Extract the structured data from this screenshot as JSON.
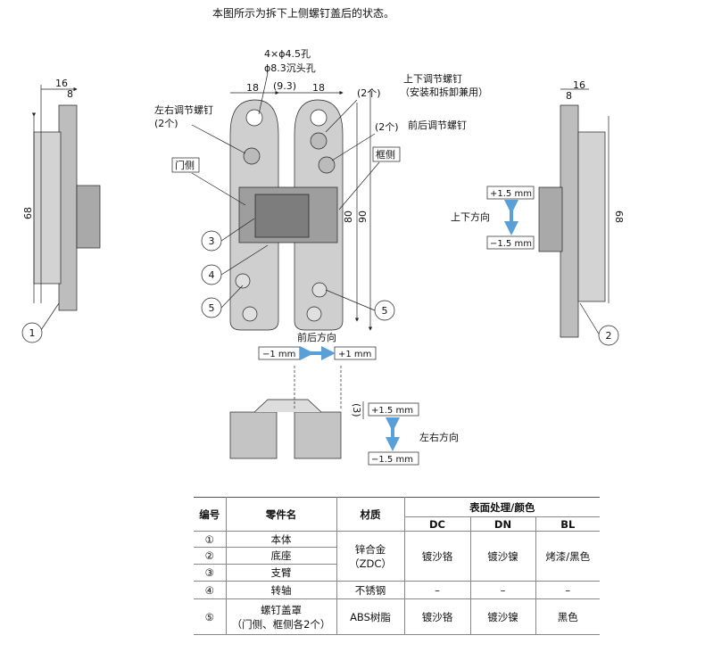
{
  "caption": "本图所示为拆下上侧螺钉盖后的状态。",
  "labels": {
    "holes_line1": "4×ϕ4.5孔",
    "holes_line2": "ϕ8.3沉头孔",
    "dim_18_left": "18",
    "dim_9_3": "(9.3)",
    "dim_18_right": "18",
    "updown_screw_count": "(2个)",
    "updown_screw_line1": "上下调节螺钉",
    "updown_screw_line2": "（安装和拆卸兼用）",
    "lr_screw_line1": "左右调节螺钉",
    "lr_screw_line2": "(2个)",
    "fb_screw_count": "(2个)",
    "fb_screw": "前后调节螺钉",
    "door_side": "门侧",
    "frame_side": "框侧",
    "dim_80": "80",
    "dim_90": "90",
    "left_16": "16",
    "left_8": "8",
    "left_68": "68",
    "right_16": "16",
    "right_8": "8",
    "right_68": "68",
    "bottom_3": "(3)"
  },
  "callouts": [
    "1",
    "2",
    "3",
    "4",
    "5",
    "5"
  ],
  "adjustments": {
    "vertical": {
      "label": "上下方向",
      "plus": "+1.5 mm",
      "minus": "−1.5 mm"
    },
    "front_back": {
      "label": "前后方向",
      "minus": "−1 mm",
      "plus": "+1 mm"
    },
    "left_right": {
      "label": "左右方向",
      "plus": "+1.5 mm",
      "minus": "−1.5 mm"
    },
    "arrow_color": "#5aa0d8"
  },
  "table": {
    "headers": {
      "no": "编号",
      "part": "零件名",
      "material": "材质",
      "surface": "表面处理/颜色",
      "dc": "DC",
      "dn": "DN",
      "bl": "BL"
    },
    "rows": [
      {
        "no": "①",
        "part": "本体"
      },
      {
        "no": "②",
        "part": "底座"
      },
      {
        "no": "③",
        "part": "支臂"
      },
      {
        "no": "④",
        "part": "转轴",
        "material": "不锈钢",
        "dc": "–",
        "dn": "–",
        "bl": "–"
      },
      {
        "no": "⑤",
        "part_line1": "螺钉盖罩",
        "part_line2": "（门侧、框侧各2个）",
        "material": "ABS树脂",
        "dc": "镀沙铬",
        "dn": "镀沙镍",
        "bl": "黑色"
      }
    ],
    "zinc_group": {
      "material_line1": "锌合金",
      "material_line2": "（ZDC）",
      "dc": "镀沙铬",
      "dn": "镀沙镍",
      "bl": "烤漆/黑色"
    }
  }
}
